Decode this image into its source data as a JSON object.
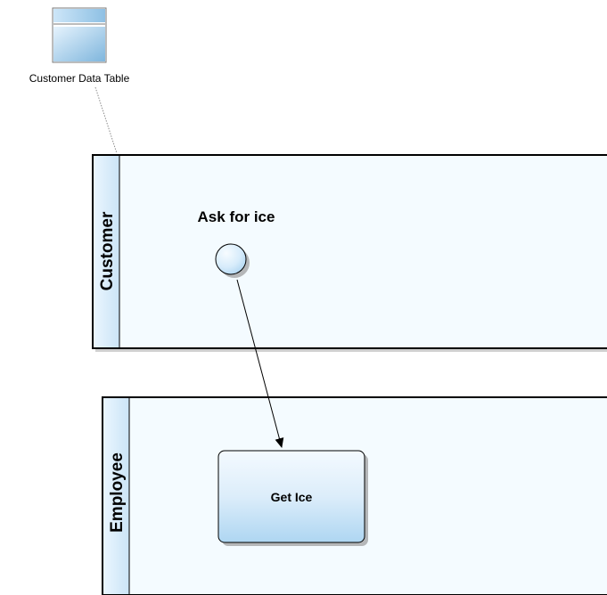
{
  "data_object": {
    "label": "Customer Data Table",
    "icon": "table-icon"
  },
  "pools": [
    {
      "id": "customer",
      "label": "Customer"
    },
    {
      "id": "employee",
      "label": "Employee"
    }
  ],
  "start_event": {
    "label": "Ask for ice",
    "pool": "customer"
  },
  "task": {
    "label": "Get Ice",
    "pool": "employee"
  },
  "flows": [
    {
      "from": "start_event",
      "to": "task",
      "type": "sequence-flow"
    },
    {
      "from": "data_object",
      "to": "customer",
      "type": "association"
    }
  ],
  "colors": {
    "lane_fill": "#f4fbff",
    "lane_header_top": "#eef8ff",
    "lane_header_bottom": "#cfe6f7",
    "shape_light": "#f2f9fe",
    "shape_dark": "#a9d4f2",
    "outline": "#000000",
    "association": "#909090"
  }
}
